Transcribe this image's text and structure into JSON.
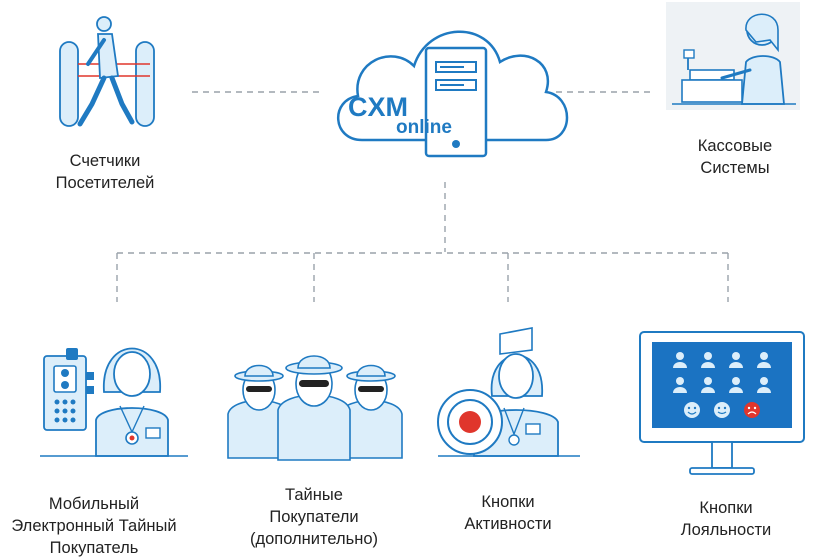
{
  "brand": {
    "logo_main": "CXM",
    "logo_sub": "online"
  },
  "nodes": {
    "visitor_counters": {
      "lines": [
        "Счетчики",
        "Посетителей"
      ]
    },
    "cash_systems": {
      "lines": [
        "Кассовые",
        "Системы"
      ]
    },
    "mobile_mystery_shopper": {
      "lines": [
        "Мобильный",
        "Электронный Тайный",
        "Покупатель"
      ]
    },
    "mystery_shoppers": {
      "lines": [
        "Тайные",
        "Покупатели",
        "(дополнительно)"
      ]
    },
    "activity_buttons": {
      "lines": [
        "Кнопки",
        "Активности"
      ]
    },
    "loyalty_buttons": {
      "lines": [
        "Кнопки",
        "Лояльности"
      ]
    }
  },
  "colors": {
    "primary": "#1f7ac2",
    "light_fill": "#dceefa",
    "line": "#9aa2aa",
    "red": "#e0362c",
    "monitor_screen": "#1b73c2",
    "text": "#222222"
  },
  "icons": {
    "visitor_counters": "turnstile-walking-person-icon",
    "cash_systems": "cashier-register-icon",
    "cloud": "cloud-server-icon",
    "mobile_mystery_shopper": "woman-with-mobile-device-icon",
    "mystery_shoppers": "three-spies-icon",
    "activity_buttons": "nurse-with-call-button-icon",
    "loyalty_buttons": "monitor-with-rating-faces-icon"
  }
}
